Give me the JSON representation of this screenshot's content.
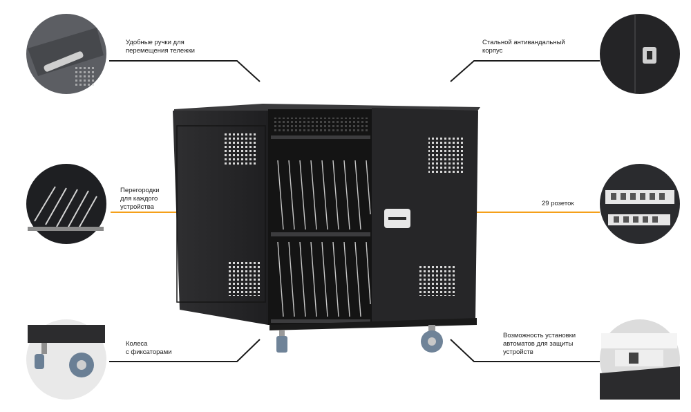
{
  "callouts": {
    "handles": {
      "lines": [
        "Удобные ручки для",
        "перемещения тележки"
      ]
    },
    "body": {
      "lines": [
        "Стальной антивандальный",
        "корпус"
      ]
    },
    "dividers": {
      "lines": [
        "Перегородки",
        "для каждого",
        "устройства"
      ]
    },
    "sockets": {
      "lines": [
        "29 розеток"
      ]
    },
    "wheels": {
      "lines": [
        "Колеса",
        "с фиксаторами"
      ]
    },
    "breakers": {
      "lines": [
        "Возможность установки",
        "автоматов для защиты",
        "устройств"
      ]
    }
  },
  "colors": {
    "accent_orange": "#f5a01a",
    "leader_dark": "#1a1a1a",
    "cabinet": "#2b2b2d"
  }
}
